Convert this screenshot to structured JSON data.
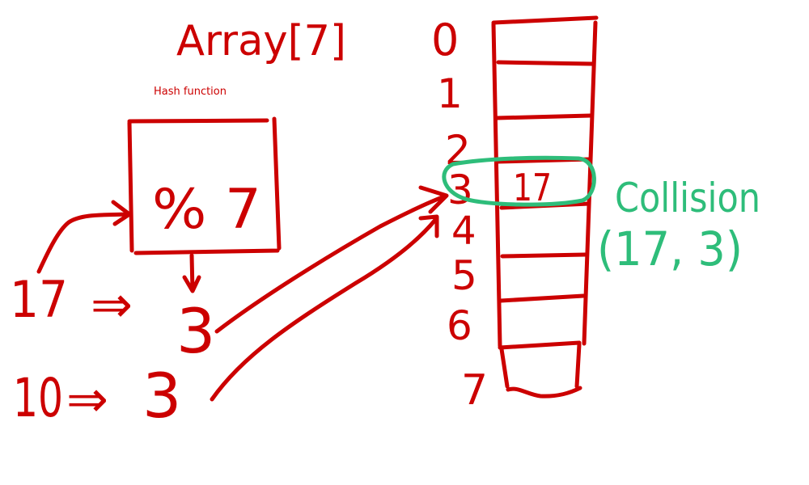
{
  "title": "Array[7]",
  "hash_label": "Hash function",
  "hash_op": "% 7",
  "inputs": [
    {
      "key": "17",
      "arrow": "⇒",
      "result": "3"
    },
    {
      "key": "10",
      "arrow": "⇒",
      "result": "3"
    }
  ],
  "array": {
    "indices": [
      "0",
      "1",
      "2",
      "3",
      "4",
      "5",
      "6",
      "7"
    ],
    "stored": {
      "slot_index": "3",
      "value": "17"
    }
  },
  "collision": {
    "label": "Collision",
    "pair": "(17, 3)"
  },
  "colors": {
    "ink": "#cc0000",
    "highlight": "#2ebd7a"
  }
}
